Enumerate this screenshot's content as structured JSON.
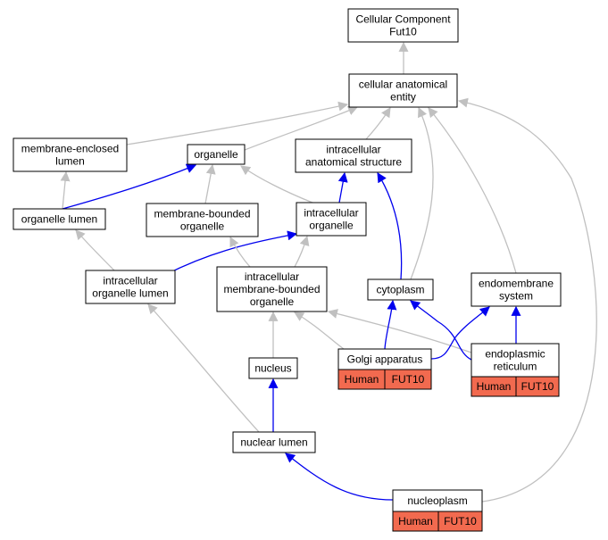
{
  "colors": {
    "is_a": "#c0c0c0",
    "part_of": "#0000ee",
    "annotation_fill": "#f26a4f",
    "node_fill": "#ffffff",
    "border": "#000000"
  },
  "nodes": [
    {
      "id": "root",
      "lines": [
        "Cellular Component",
        "Fut10"
      ]
    },
    {
      "id": "cae",
      "lines": [
        "cellular anatomical",
        "entity"
      ]
    },
    {
      "id": "mel",
      "lines": [
        "membrane-enclosed",
        "lumen"
      ]
    },
    {
      "id": "org",
      "lines": [
        "organelle"
      ]
    },
    {
      "id": "ias",
      "lines": [
        "intracellular",
        "anatomical structure"
      ]
    },
    {
      "id": "orglumen",
      "lines": [
        "organelle lumen"
      ]
    },
    {
      "id": "mbo",
      "lines": [
        "membrane-bounded",
        "organelle"
      ]
    },
    {
      "id": "io",
      "lines": [
        "intracellular",
        "organelle"
      ]
    },
    {
      "id": "iol",
      "lines": [
        "intracellular",
        "organelle lumen"
      ]
    },
    {
      "id": "imbo",
      "lines": [
        "intracellular",
        "membrane-bounded",
        "organelle"
      ]
    },
    {
      "id": "cyto",
      "lines": [
        "cytoplasm"
      ]
    },
    {
      "id": "endo",
      "lines": [
        "endomembrane",
        "system"
      ]
    },
    {
      "id": "golgi",
      "lines": [
        "Golgi apparatus"
      ],
      "tags": [
        "Human",
        "FUT10"
      ]
    },
    {
      "id": "er",
      "lines": [
        "endoplasmic",
        "reticulum"
      ],
      "tags": [
        "Human",
        "FUT10"
      ]
    },
    {
      "id": "nucleus",
      "lines": [
        "nucleus"
      ]
    },
    {
      "id": "nuclum",
      "lines": [
        "nuclear lumen"
      ]
    },
    {
      "id": "nucleo",
      "lines": [
        "nucleoplasm"
      ],
      "tags": [
        "Human",
        "FUT10"
      ]
    }
  ],
  "edges": [
    {
      "from": "cae",
      "to": "root",
      "type": "is_a"
    },
    {
      "from": "mel",
      "to": "cae",
      "type": "is_a"
    },
    {
      "from": "org",
      "to": "cae",
      "type": "is_a"
    },
    {
      "from": "ias",
      "to": "cae",
      "type": "is_a"
    },
    {
      "from": "cyto",
      "to": "cae",
      "type": "is_a"
    },
    {
      "from": "endo",
      "to": "cae",
      "type": "is_a"
    },
    {
      "from": "nucleo",
      "to": "cae",
      "type": "is_a"
    },
    {
      "from": "orglumen",
      "to": "mel",
      "type": "is_a"
    },
    {
      "from": "orglumen",
      "to": "org",
      "type": "part_of"
    },
    {
      "from": "mbo",
      "to": "org",
      "type": "is_a"
    },
    {
      "from": "io",
      "to": "org",
      "type": "is_a"
    },
    {
      "from": "io",
      "to": "ias",
      "type": "part_of"
    },
    {
      "from": "cyto",
      "to": "ias",
      "type": "part_of"
    },
    {
      "from": "iol",
      "to": "orglumen",
      "type": "is_a"
    },
    {
      "from": "iol",
      "to": "io",
      "type": "part_of"
    },
    {
      "from": "imbo",
      "to": "mbo",
      "type": "is_a"
    },
    {
      "from": "imbo",
      "to": "io",
      "type": "is_a"
    },
    {
      "from": "golgi",
      "to": "imbo",
      "type": "is_a"
    },
    {
      "from": "er",
      "to": "imbo",
      "type": "is_a"
    },
    {
      "from": "golgi",
      "to": "cyto",
      "type": "part_of"
    },
    {
      "from": "er",
      "to": "cyto",
      "type": "part_of"
    },
    {
      "from": "golgi",
      "to": "endo",
      "type": "part_of"
    },
    {
      "from": "er",
      "to": "endo",
      "type": "part_of"
    },
    {
      "from": "nucleus",
      "to": "imbo",
      "type": "is_a"
    },
    {
      "from": "nuclum",
      "to": "iol",
      "type": "is_a"
    },
    {
      "from": "nuclum",
      "to": "nucleus",
      "type": "part_of"
    },
    {
      "from": "nucleo",
      "to": "nuclum",
      "type": "part_of"
    }
  ]
}
